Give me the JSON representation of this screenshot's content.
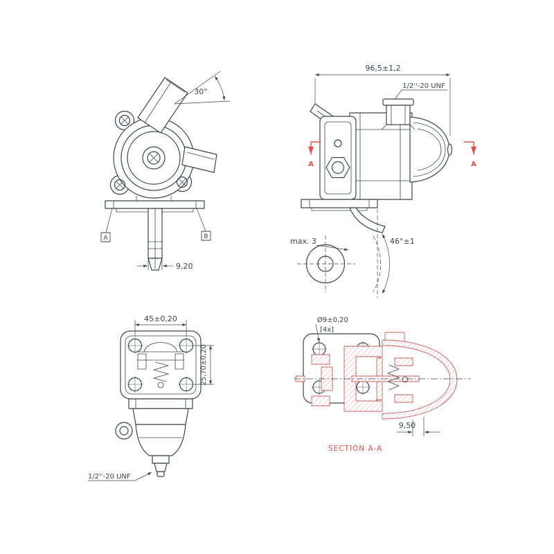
{
  "colors": {
    "line": "#3e434b",
    "accent_red": "#e2514e",
    "section_outline": "#c2605d",
    "section_hatch": "#f3b6b3",
    "background": "#ffffff"
  },
  "front_view": {
    "port_angle_dim": "30°",
    "stem_width_dim": "9,20",
    "datum_a": "A",
    "datum_b": "B"
  },
  "side_view": {
    "overall_width_dim": "96,5±1,2",
    "thread_label": "1/2''-20 UNF",
    "clearance_label": "max. 3",
    "lever_swing_dim": "46°±1",
    "cut_plane_left": "A",
    "cut_plane_right": "A"
  },
  "flange_view": {
    "hole_pitch_dim": "45±0,20",
    "vertical_dim": "25,70±0,20",
    "thread_label": "1/2''-20 UNF"
  },
  "section_view": {
    "hole_diameter_dim": "Ø9±0,20",
    "hole_count_label": "[4x]",
    "offset_dim": "9,50",
    "title": "SECTION A-A"
  }
}
